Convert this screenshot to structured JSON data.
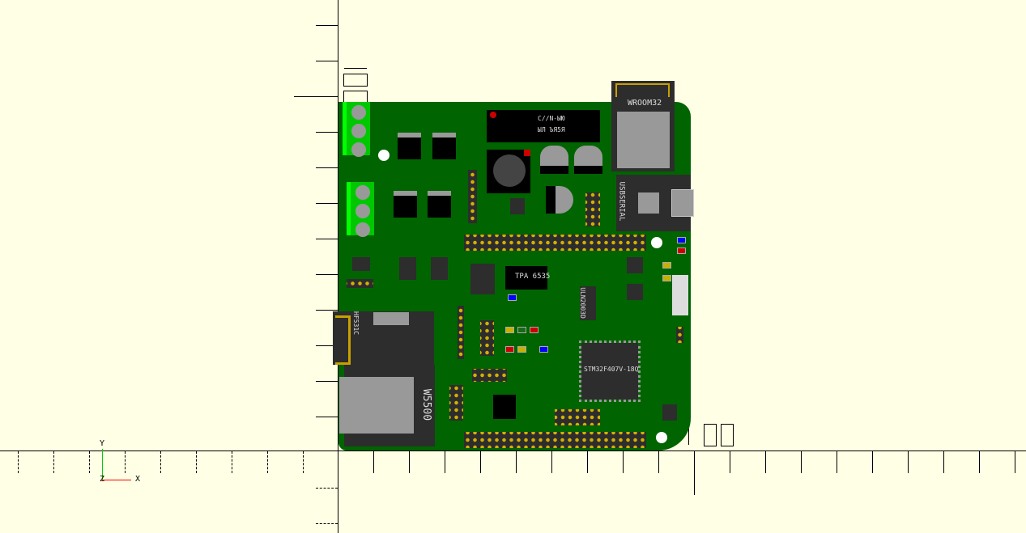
{
  "viewport": {
    "axes": {
      "x_label": "X",
      "y_label": "Y",
      "z_label": "Z"
    },
    "axis_colors": {
      "x": "#ff0000",
      "y": "#00cc00"
    },
    "background": "#ffffe5"
  },
  "board": {
    "color": "#006400",
    "components": {
      "wifi_module": "WROOM32",
      "usb_serial": "USBSERIAL",
      "amp_chip": "TPA 6535",
      "driver_chip": "ULN2003D",
      "mcu": "STM32F407V-18Q",
      "ethernet_module": "W5500",
      "rf_module": "HF531C",
      "relay_line1": "C//N-ЫЮ",
      "relay_line2": "ЫЛ ЪЯ5Я"
    }
  }
}
